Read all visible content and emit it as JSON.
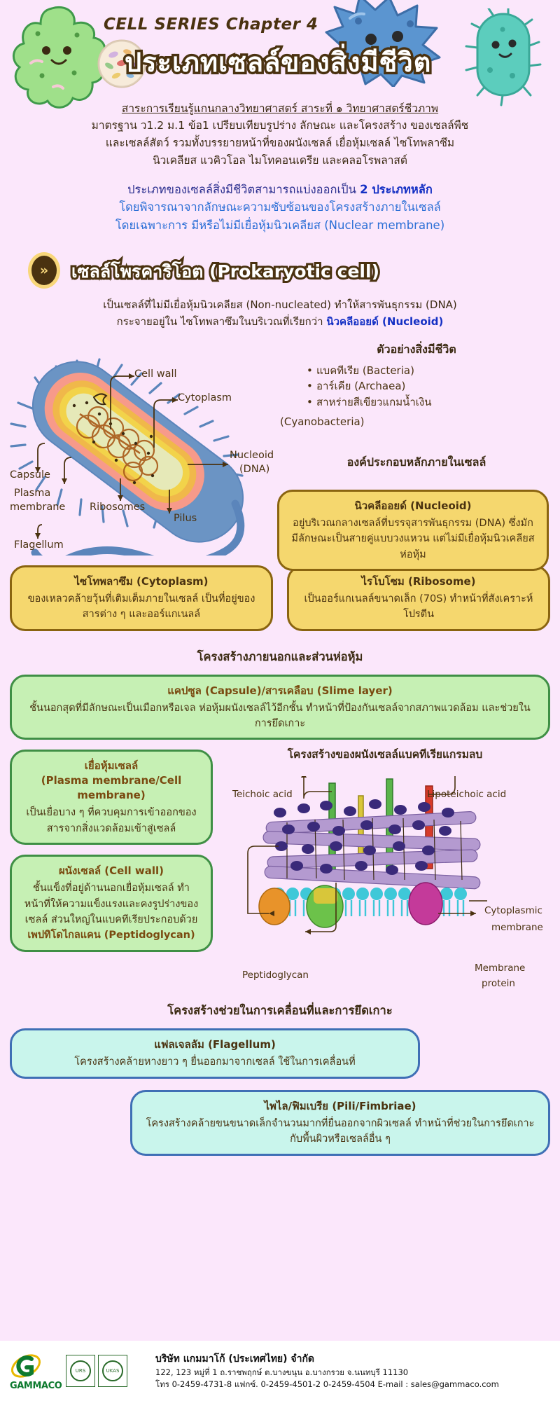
{
  "header": {
    "chapter_label": "CELL SERIES  Chapter 4",
    "main_title": "ประเภทเซลล์ของสิ่งมีชีวิต"
  },
  "intro": {
    "curriculum_line": "สาระการเรียนรู้แกนกลางวิทยาศาสตร์ สาระที่ ๑ วิทยาศาสตร์ชีวภาพ",
    "standard_line1": "มาตรฐาน ว1.2 ม.1 ข้อ1 เปรียบเทียบรูปร่าง ลักษณะ และโครงสร้าง ของเซลล์พืช",
    "standard_line2": "และเซลล์สัตว์ รวมทั้งบรรยายหน้าที่ของผนังเซลล์ เยื่อหุ้มเซลล์ ไซโทพลาซึม",
    "standard_line3": "นิวเคลียส แวคิวโอล ไมโทคอนเดรีย และคลอโรพลาสต์",
    "lead_line1_a": "ประเภทของเซลล์สิ่งมีชีวิตสามารถแบ่งออกเป็น ",
    "lead_line1_b": "2 ประเภทหลัก",
    "lead_line2": "โดยพิจารณาจากลักษณะความซับซ้อนของโครงสร้างภายในเซลล์",
    "lead_line3": "โดยเฉพาะการ มีหรือไม่มีเยื่อหุ้มนิวเคลียส (Nuclear membrane)"
  },
  "section": {
    "badge_icon": "»",
    "title": "เซลล์โพรคาริโอต (Prokaryotic cell)",
    "desc_line1": "เป็นเซลล์ที่ไม่มีเยื่อหุ้มนิวเคลียส (Non-nucleated) ทำให้สารพันธุกรรม (DNA)",
    "desc_line2_a": "กระจายอยู่ใน ไซโทพลาซึมในบริเวณที่เรียกว่า  ",
    "desc_line2_b": "นิวคลีออยด์ (Nucleoid)"
  },
  "diagram": {
    "labels": {
      "cell_wall": "Cell wall",
      "cytoplasm": "Cytoplasm",
      "nucleoid": "Nucleoid",
      "nucleoid_dna": "(DNA)",
      "capsule": "Capsule",
      "plasma_membrane_l1": "Plasma",
      "plasma_membrane_l2": "membrane",
      "ribosomes": "Ribosomes",
      "pilus": "Pilus",
      "flagellum": "Flagellum"
    }
  },
  "examples": {
    "title": "ตัวอย่างสิ่งมีชีวิต",
    "items": [
      "แบคทีเรีย (Bacteria)",
      "อาร์เคีย (Archaea)",
      "สาหร่ายสีเขียวแกมน้ำเงิน"
    ],
    "continuation": "(Cyanobacteria)"
  },
  "internal_components": {
    "heading": "องค์ประกอบหลักภายในเซลล์",
    "nucleoid": {
      "title": "นิวคลีออยด์ (Nucleoid)",
      "desc": "อยู่บริเวณกลางเซลล์ที่บรรจุสารพันธุกรรม (DNA) ซึ่งมักมีลักษณะเป็นสายคู่แบบวงแหวน แต่ไม่มีเยื่อหุ้มนิวเคลียส ห่อหุ้ม"
    },
    "cytoplasm": {
      "title": "ไซโทพลาซึม (Cytoplasm)",
      "desc": "ของเหลวคล้ายวุ้นที่เติมเต็มภายในเซลล์ เป็นที่อยู่ของสารต่าง ๆ และออร์แกเนลล์"
    },
    "ribosome": {
      "title": "ไรโบโซม (Ribosome)",
      "desc": "เป็นออร์แกเนลล์ขนาดเล็ก (70S) ทำหน้าที่สังเคราะห์โปรตีน"
    }
  },
  "external_structures": {
    "heading": "โครงสร้างภายนอกและส่วนห่อหุ้ม",
    "capsule": {
      "title": "แคปซูล (Capsule)/สารเคลือบ (Slime layer)",
      "desc": "ชั้นนอกสุดที่มีลักษณะเป็นเมือกหรือเจล ห่อหุ้มผนังเซลล์ไว้อีกชั้น ทำหน้าที่ป้องกันเซลล์จากสภาพแวดล้อม และช่วยในการยึดเกาะ"
    },
    "plasma_membrane": {
      "title_line1": "เยื่อหุ้มเซลล์",
      "title_line2": "(Plasma membrane/Cell membrane)",
      "desc": "เป็นเยื่อบาง ๆ ที่ควบคุมการเข้าออกของสารจากสิ่งแวดล้อมเข้าสู่เซลล์"
    },
    "cell_wall": {
      "title": "ผนังเซลล์ (Cell wall)",
      "desc": "ชั้นแข็งที่อยู่ด้านนอกเยื่อหุ้มเซลล์ ทำหน้าที่ให้ความแข็งแรงและคงรูปร่างของเซลล์ ส่วนใหญ่ในแบคทีเรียประกอบด้วย ",
      "highlight": "เพปทิโดไกลแคน (Peptidoglycan)"
    }
  },
  "gram_diagram": {
    "title": "โครงสร้างของผนังเซลล์แบคทีเรียแกรมลบ",
    "labels": {
      "teichoic_acid": "Teichoic acid",
      "lipoteichoic_acid": "Lipoteichoic acid",
      "cytoplasmic_l1": "Cytoplasmic",
      "cytoplasmic_l2": "membrane",
      "peptidoglycan": "Peptidoglycan",
      "membrane_protein_l1": "Membrane",
      "membrane_protein_l2": "protein"
    }
  },
  "motility_structures": {
    "heading": "โครงสร้างช่วยในการเคลื่อนที่และการยึดเกาะ",
    "flagellum": {
      "title": "แฟลเจลลัม (Flagellum)",
      "desc": "โครงสร้างคล้ายหางยาว ๆ ยื่นออกมาจากเซลล์ ใช้ในการเคลื่อนที่"
    },
    "pili": {
      "title": "ไพไล/ฟิมเบรีย (Pili/Fimbriae)",
      "desc_line1": "โครงสร้างคล้ายขนขนาดเล็กจำนวนมากที่ยื่นออกจากผิวเซลล์",
      "desc_line2": "ทำหน้าที่ช่วยในการยึดเกาะกับพื้นผิวหรือเซลล์อื่น ๆ"
    }
  },
  "footer": {
    "logo_text": "GAMMACO",
    "company": "บริษัท แกมมาโก้ (ประเทศไทย) จำกัด",
    "address": "122, 123 หมู่ที่ 1 ถ.ราชพฤกษ์ ต.บางขนุน อ.บางกรวย จ.นนทบุรี 11130",
    "contact": "โทร 0-2459-4731-8  แฟกซ์. 0-2459-4501-2  0-2459-4504  E-mail : sales@gammaco.com"
  },
  "colors": {
    "background": "#fbe7fb",
    "brown": "#4a3210",
    "blue_text": "#2b6fd6",
    "yellow_box": "#f5d76e",
    "green_box": "#c6f0b4",
    "cyan_box": "#c9f5ec"
  }
}
